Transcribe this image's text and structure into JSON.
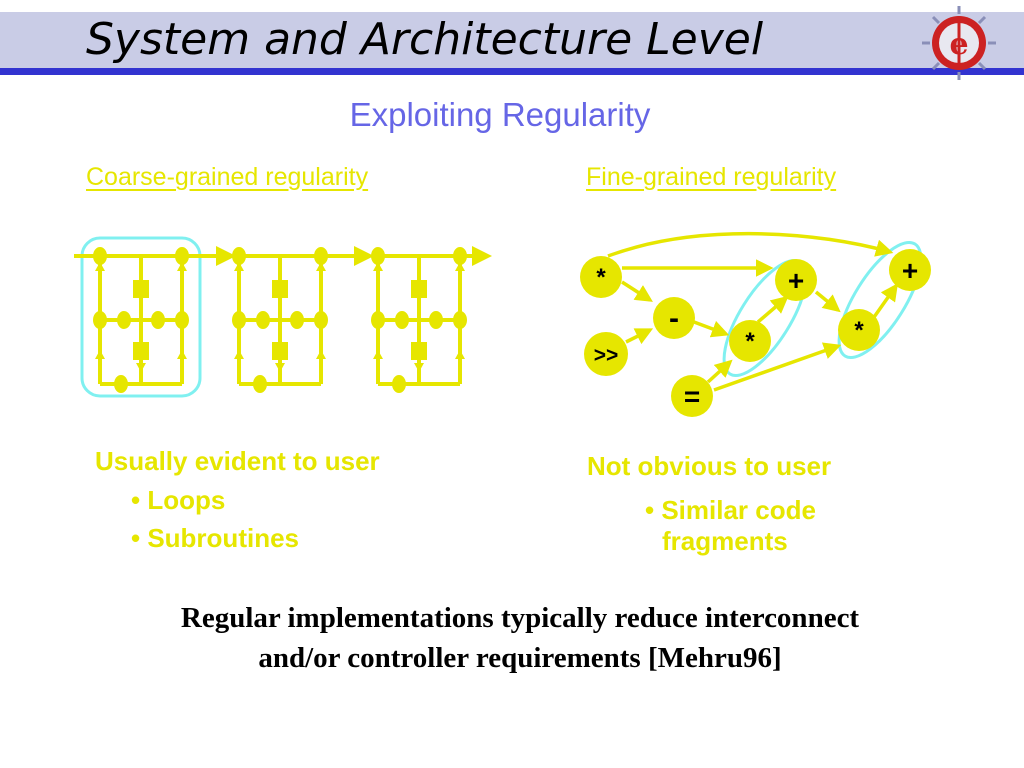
{
  "slide": {
    "title": "System and Architecture Level",
    "subtitle": "Exploiting Regularity",
    "logo_icon": "university-seal-logo"
  },
  "coarse": {
    "heading": "Coarse-grained regularity",
    "evident": "Usually evident to user",
    "bullets": [
      "• Loops",
      "• Subroutines"
    ]
  },
  "fine": {
    "heading": "Fine-grained regularity",
    "evident": "Not obvious to user",
    "bullet_line1": "• Similar code",
    "bullet_line2": "fragments",
    "ops": [
      "*",
      ">>",
      "-",
      "=",
      "+",
      "*",
      "+",
      "*"
    ]
  },
  "conclusion": {
    "line1": "Regular implementations typically reduce interconnect",
    "line2": "and/or controller requirements [Mehru96]"
  },
  "colors": {
    "accent_yellow": "#e6e600",
    "highlight_cyan": "#80f0f0",
    "title_band": "#c9cce6",
    "title_rule": "#3233d0",
    "subtitle": "#6666e6"
  }
}
